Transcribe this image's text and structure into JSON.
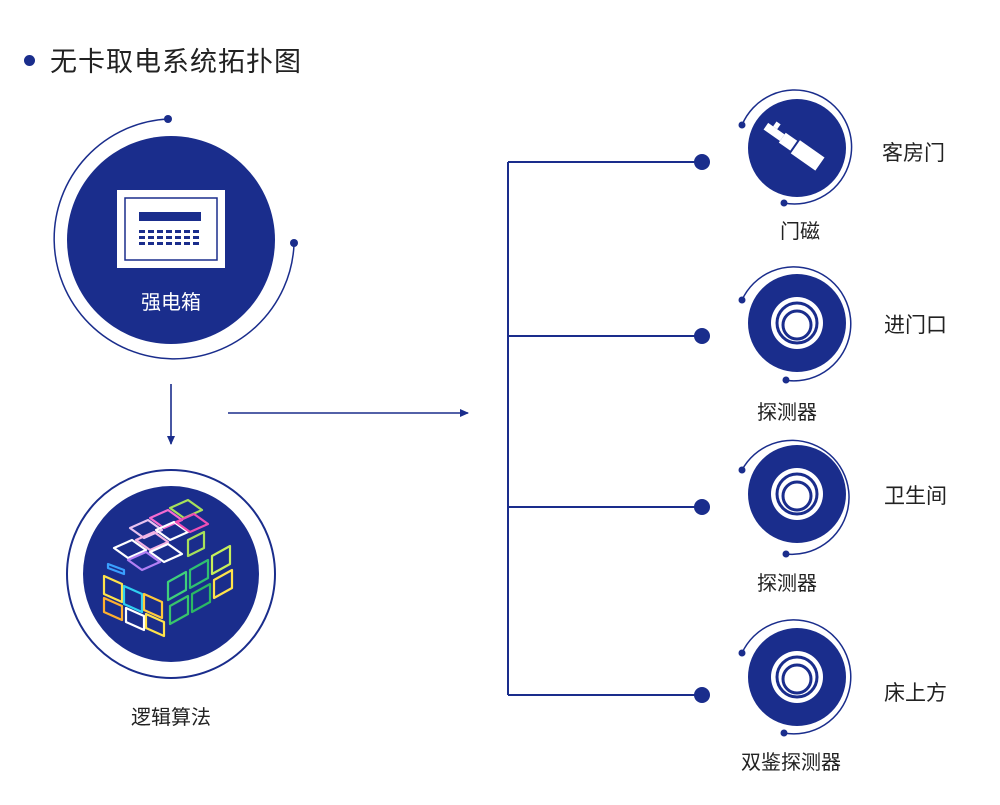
{
  "title": "无卡取电系统拓扑图",
  "colors": {
    "primary": "#1a2d8c",
    "line": "#1a2d8c",
    "white": "#ffffff"
  },
  "main_nodes": {
    "power_box": {
      "label": "强电箱",
      "icon": "control-panel-icon"
    },
    "logic": {
      "label": "逻辑算法",
      "icon": "rubik-cube-icon"
    }
  },
  "devices": [
    {
      "name": "门磁",
      "location": "客房门",
      "icon": "door-magnet-icon"
    },
    {
      "name": "探测器",
      "location": "进门口",
      "icon": "sensor-icon"
    },
    {
      "name": "探测器",
      "location": "卫生间",
      "icon": "sensor-icon"
    },
    {
      "name": "双鉴探测器",
      "location": "床上方",
      "icon": "sensor-icon"
    }
  ]
}
